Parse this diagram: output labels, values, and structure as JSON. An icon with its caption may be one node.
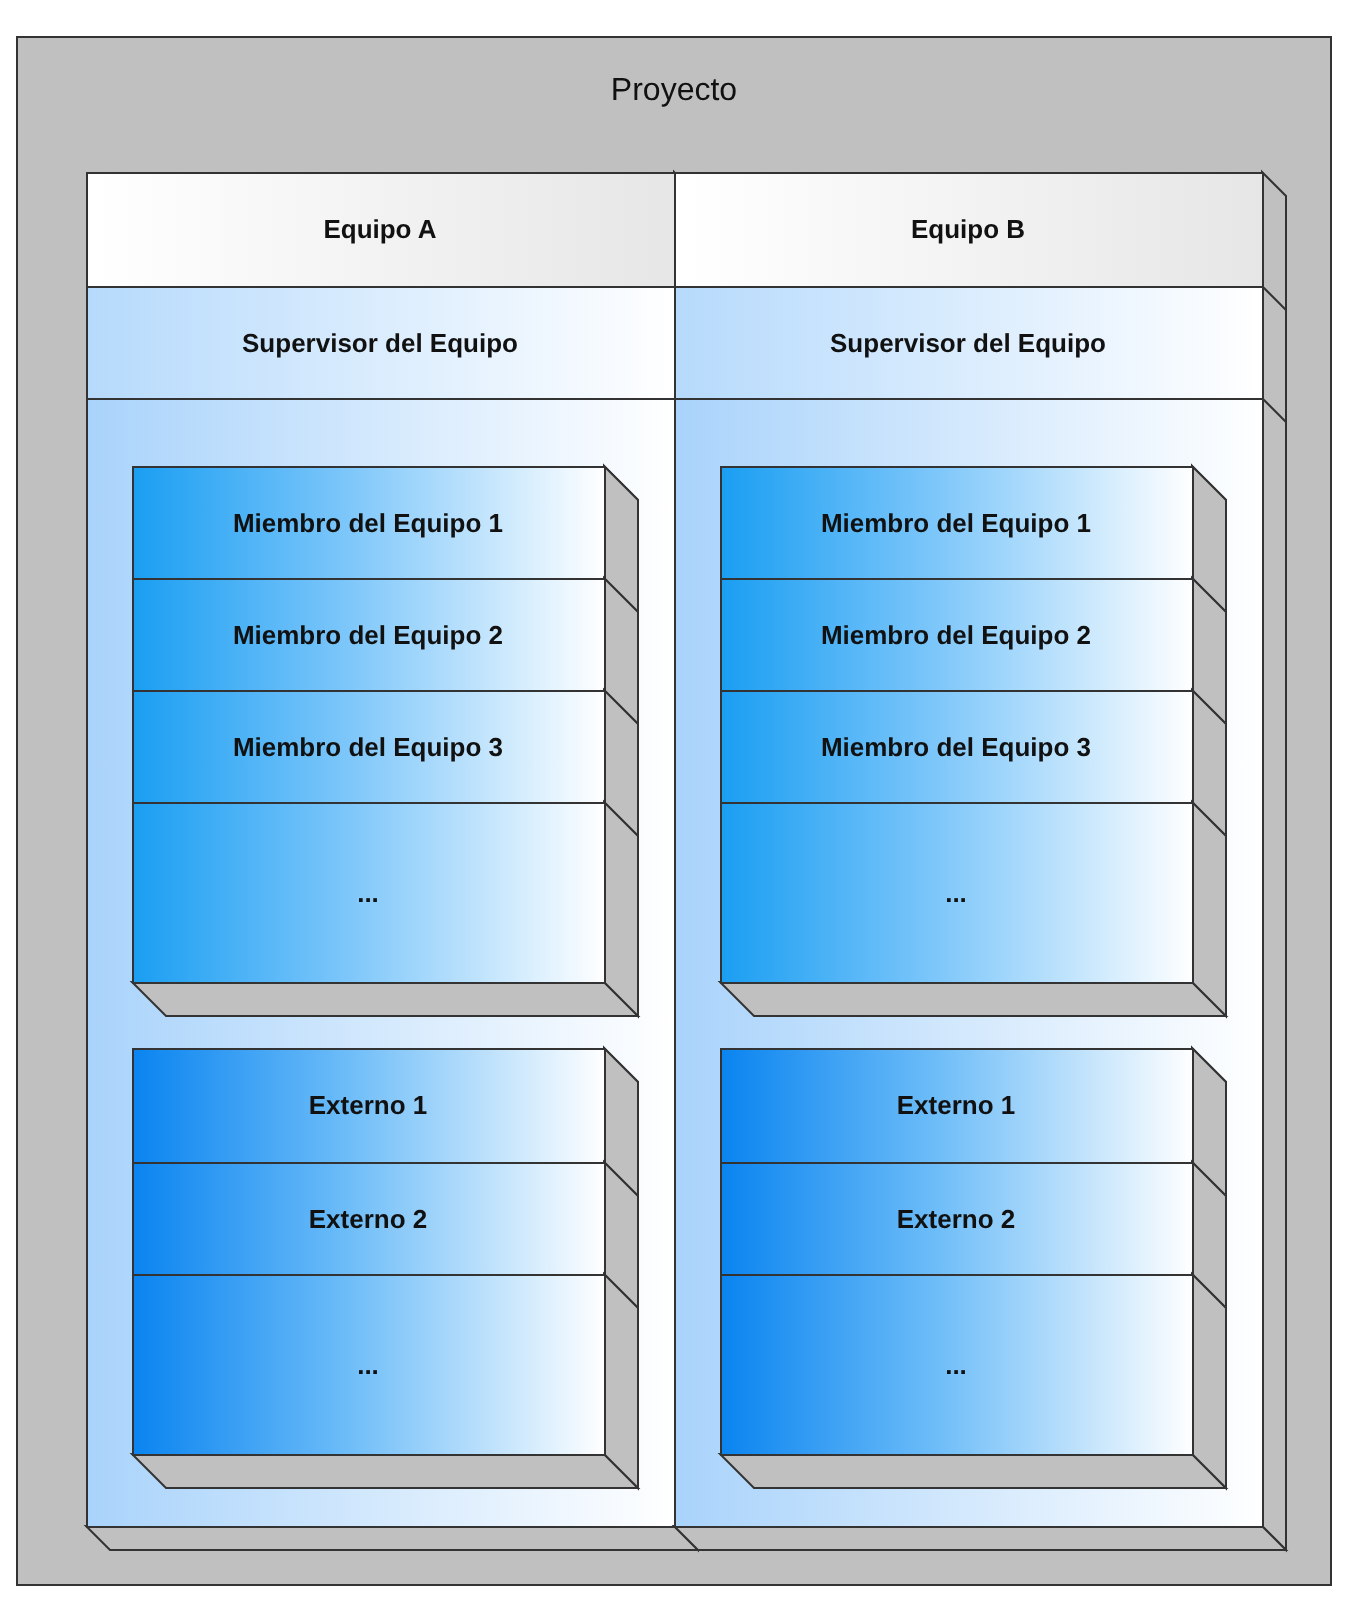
{
  "diagram": {
    "nodes": [
      {
        "text": [
          "Proyecto"
        ]
      },
      {
        "text": [
          "Equipo A"
        ],
        "in": 0
      },
      {
        "text": [
          "Supervisor del Equipo"
        ],
        "in": 1
      },
      {
        "text": [],
        "shape": "box",
        "in": 1
      },
      {
        "text": [
          "Miembro del Equipo 1"
        ],
        "in": 3
      },
      {
        "text": [
          "Miembro del Equipo 2"
        ],
        "in": 3
      },
      {
        "text": [
          "Miembro del Equipo 3"
        ],
        "in": 3
      },
      {
        "text": [
          "..."
        ],
        "in": 3
      },
      {
        "text": [],
        "shape": "box",
        "in": 1
      },
      {
        "text": [
          "Externo 1"
        ],
        "in": 8
      },
      {
        "text": [
          "Externo 2"
        ],
        "in": 8
      },
      {
        "text": [
          "..."
        ],
        "in": 8
      },
      {
        "text": [
          "Equipo B"
        ],
        "in": 0
      },
      {
        "text": [
          "Supervisor del Equipo"
        ],
        "in": 12
      },
      {
        "text": [],
        "shape": "box",
        "in": 12
      },
      {
        "text": [
          "Miembro del Equipo 1"
        ],
        "in": 14
      },
      {
        "text": [
          "Miembro del Equipo 2"
        ],
        "in": 14
      },
      {
        "text": [
          "Miembro del Equipo 3"
        ],
        "in": 14
      },
      {
        "text": [
          "..."
        ],
        "in": 14
      },
      {
        "text": [],
        "shape": "box",
        "in": 12
      },
      {
        "text": [
          "Externo 1"
        ],
        "in": 19
      },
      {
        "text": [
          "Externo 2"
        ],
        "in": 19
      },
      {
        "text": [
          "..."
        ],
        "in": 19
      }
    ]
  }
}
